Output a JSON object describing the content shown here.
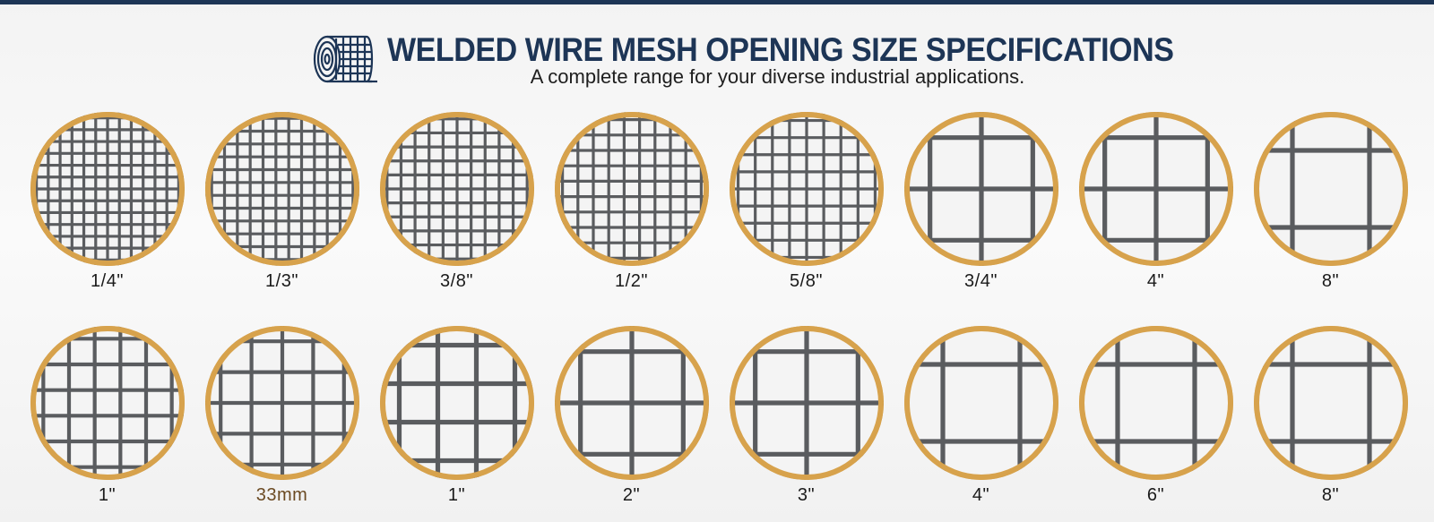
{
  "header": {
    "title": "WELDED WIRE MESH OPENING SIZE SPECIFICATIONS",
    "subtitle": "A complete range for your diverse industrial applications."
  },
  "icons": {
    "logo": "wire-mesh-roll-icon"
  },
  "colors": {
    "title": "#1d3556",
    "top_bar": "#1d3556",
    "ring": "#d7a24c",
    "wire": "#5a5c5f",
    "accent_label": "#6b4a22"
  },
  "rows": [
    [
      {
        "label": "1/4\"",
        "lines": 13
      },
      {
        "label": "1/3\"",
        "lines": 12
      },
      {
        "label": "3/8\"",
        "lines": 11
      },
      {
        "label": "1/2\"",
        "lines": 10
      },
      {
        "label": "5/8\"",
        "lines": 9
      },
      {
        "label": "3/4\"",
        "lines": 3
      },
      {
        "label": "4\"",
        "lines": 3
      },
      {
        "label": "8\"",
        "lines": 2
      }
    ],
    [
      {
        "label": "1\"",
        "lines": 6
      },
      {
        "label": "33mm",
        "lines": 5,
        "accent": true
      },
      {
        "label": "1\"",
        "lines": 4
      },
      {
        "label": "2\"",
        "lines": 3
      },
      {
        "label": "3\"",
        "lines": 3
      },
      {
        "label": "4\"",
        "lines": 2
      },
      {
        "label": "6\"",
        "lines": 2
      },
      {
        "label": "8\"",
        "lines": 2
      }
    ]
  ]
}
